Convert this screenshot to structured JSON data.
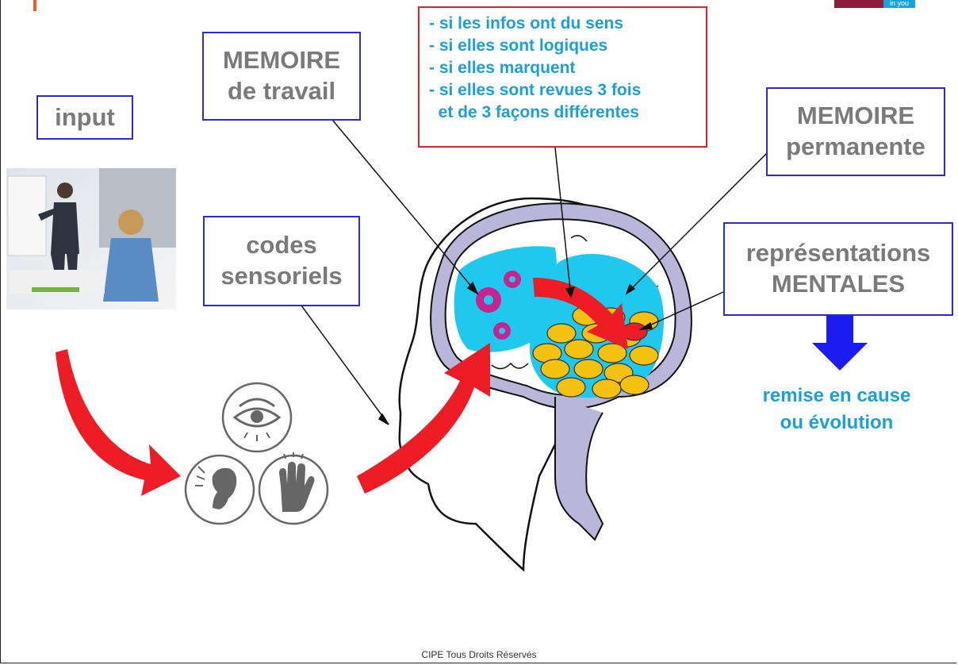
{
  "labels": {
    "input": "input",
    "memoire_travail": [
      "MEMOIRE",
      "de travail"
    ],
    "codes_sensoriels": [
      "codes",
      "sensoriels"
    ],
    "memoire_permanente": [
      "MEMOIRE",
      "permanente"
    ],
    "representations": [
      "représentations",
      "MENTALES"
    ]
  },
  "conditions": [
    "- si les infos ont du sens",
    "- si elles sont logiques",
    "- si elles marquent",
    "- si elles sont revues 3 fois",
    "  et de 3 façons différentes"
  ],
  "remise": [
    "remise en cause",
    "ou évolution"
  ],
  "logo_text": "in you",
  "footer": "CIPE Tous Droits Réservés",
  "icons": [
    "eye-icon",
    "ear-icon",
    "hand-icon",
    "gear-icon",
    "arrow-icon"
  ],
  "colors": {
    "box_border": "#2a2ad8",
    "conditions_border": "#e0202a",
    "text_blue": "#1da0da",
    "arrow_red": "#ee1c24",
    "memory_cyan": "#1ec8ee",
    "cells_gold": "#f4c10f",
    "gears_magenta": "#c8238f",
    "down_arrow_blue": "#1c1cf0",
    "brain_outline": "#b9b6da"
  }
}
